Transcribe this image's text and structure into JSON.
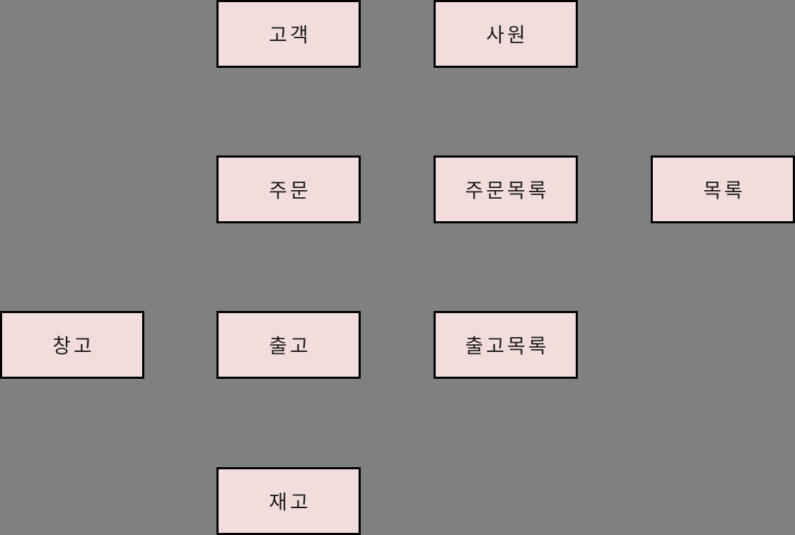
{
  "diagram": {
    "background_color": "#808080",
    "node_fill_color": "#f2dcdc",
    "node_border_color": "#000000",
    "node_text_color": "#1c1c1c",
    "nodes": [
      {
        "id": "customer",
        "label": "고객"
      },
      {
        "id": "employee",
        "label": "사원"
      },
      {
        "id": "order",
        "label": "주문"
      },
      {
        "id": "order-list",
        "label": "주문목록"
      },
      {
        "id": "list",
        "label": "목록"
      },
      {
        "id": "warehouse",
        "label": "창고"
      },
      {
        "id": "release",
        "label": "출고"
      },
      {
        "id": "release-list",
        "label": "출고목록"
      },
      {
        "id": "stock",
        "label": "재고"
      }
    ]
  }
}
